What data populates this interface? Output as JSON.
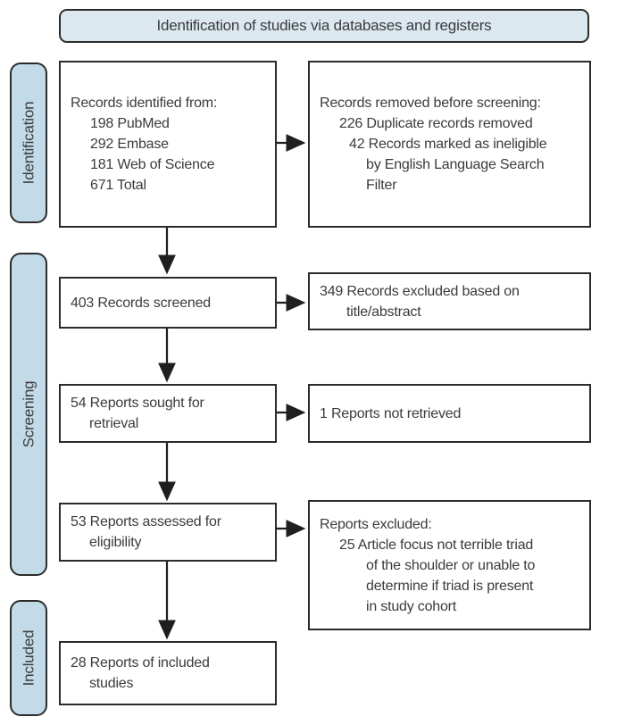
{
  "header": {
    "title": "Identification of studies via databases and registers"
  },
  "stages": [
    {
      "label": "Identification"
    },
    {
      "label": "Screening"
    },
    {
      "label": "Included"
    }
  ],
  "flow": {
    "identified": {
      "lines": [
        "Records identified from:",
        "198 PubMed",
        "292 Embase",
        "181 Web of Science",
        "671 Total"
      ]
    },
    "removed": {
      "lines": [
        "Records removed before screening:",
        "226 Duplicate records removed",
        "42 Records marked as ineligible",
        "by English Language Search",
        "Filter"
      ]
    },
    "screened": {
      "lines": [
        "403 Records screened"
      ]
    },
    "excluded_screening": {
      "lines": [
        "349 Records excluded based on",
        "title/abstract"
      ]
    },
    "sought": {
      "lines": [
        "54 Reports sought for",
        "retrieval"
      ]
    },
    "not_retrieved": {
      "lines": [
        "1 Reports not retrieved"
      ]
    },
    "assessed": {
      "lines": [
        "53 Reports assessed for",
        "eligibility"
      ]
    },
    "excluded_eligibility": {
      "lines": [
        "Reports excluded:",
        "25 Article focus not terrible triad",
        "of the shoulder or unable to",
        "determine if triad is present",
        "in study cohort"
      ]
    },
    "included": {
      "lines": [
        "28 Reports of included",
        "studies"
      ]
    }
  },
  "colors": {
    "header_fill": "#dce8f0",
    "stage_fill": "#c3dae8",
    "border": "#2b2b2b",
    "text": "#3b3b3b",
    "arrow": "#1f1f1f"
  }
}
